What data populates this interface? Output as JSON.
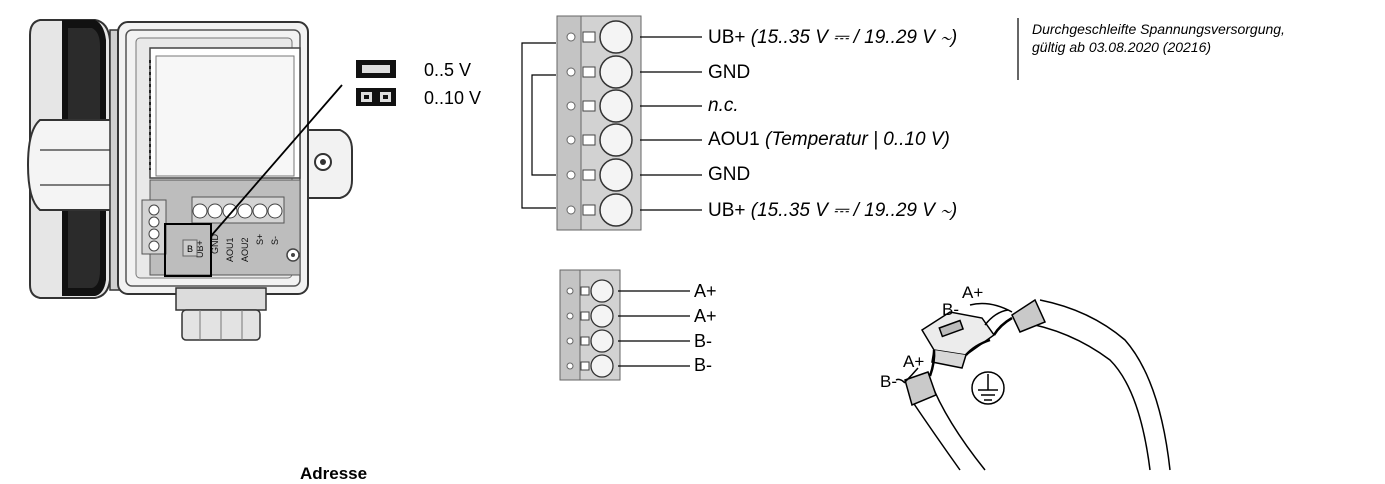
{
  "jumper": {
    "setting_5v": "0..5 V",
    "setting_10v": "0..10 V"
  },
  "terminal_main": {
    "rows": [
      {
        "name": "UB+",
        "detail": "(15..35 V ⎓ / 19..29 V ∼)"
      },
      {
        "name": "GND",
        "detail": ""
      },
      {
        "name": "",
        "detail": "n.c."
      },
      {
        "name": "AOU1",
        "detail": "(Temperatur | 0..10 V)"
      },
      {
        "name": "GND",
        "detail": ""
      },
      {
        "name": "UB+",
        "detail": "(15..35 V ⎓ / 19..29 V ∼)"
      }
    ]
  },
  "note": {
    "line1": "Durchgeschleifte Spannungsversorgung,",
    "line2": "gültig ab 03.08.2020 (20216)"
  },
  "terminal_bus": {
    "rows": [
      "A+",
      "A+",
      "B-",
      "B-"
    ]
  },
  "cable": {
    "right_a": "A+",
    "right_b": "B-",
    "left_a": "A+",
    "left_b": "B-",
    "ground_symbol": "ground-icon"
  },
  "device": {
    "pcb_labels": [
      "UB+",
      "GND",
      "AOU1",
      "AOU2",
      "S+",
      "S-"
    ],
    "chip_label": "B"
  },
  "bottom_heading": "Adresse"
}
